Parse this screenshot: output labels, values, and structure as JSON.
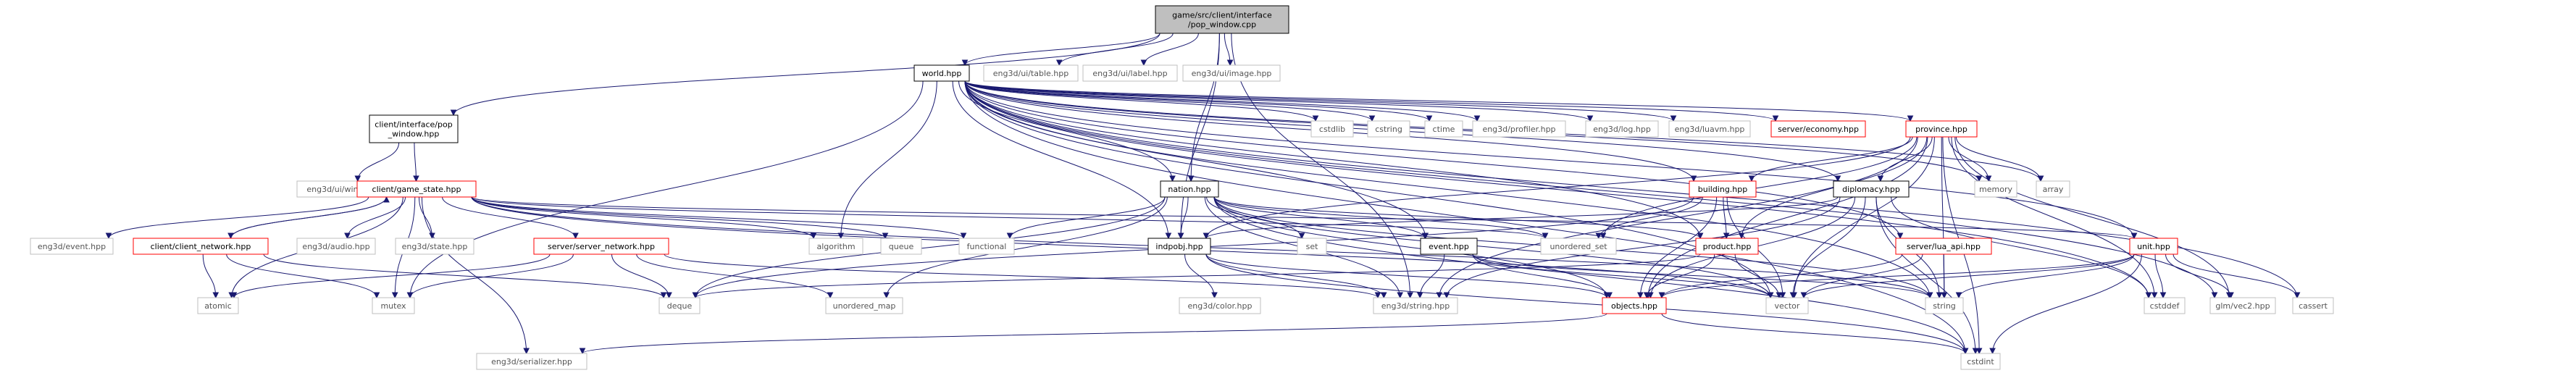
{
  "nodes": [
    {
      "id": "pop_window_cpp",
      "lines": [
        "game/src/client/interface",
        "/pop_window.cpp"
      ],
      "style": "hl"
    },
    {
      "id": "client_pop_window_hpp",
      "lines": [
        "client/interface/pop",
        "_window.hpp"
      ],
      "style": "normal"
    },
    {
      "id": "world_hpp",
      "lines": [
        "world.hpp"
      ],
      "style": "normal"
    },
    {
      "id": "eng3d_ui_table",
      "lines": [
        "eng3d/ui/table.hpp"
      ],
      "style": "gray"
    },
    {
      "id": "eng3d_ui_label",
      "lines": [
        "eng3d/ui/label.hpp"
      ],
      "style": "gray"
    },
    {
      "id": "eng3d_ui_image",
      "lines": [
        "eng3d/ui/image.hpp"
      ],
      "style": "gray"
    },
    {
      "id": "eng3d_ui_window",
      "lines": [
        "eng3d/ui/window.hpp"
      ],
      "style": "gray"
    },
    {
      "id": "client_game_state",
      "lines": [
        "client/game_state.hpp"
      ],
      "style": "red"
    },
    {
      "id": "eng3d_event",
      "lines": [
        "eng3d/event.hpp"
      ],
      "style": "gray"
    },
    {
      "id": "client_client_network",
      "lines": [
        "client/client_network.hpp"
      ],
      "style": "red"
    },
    {
      "id": "eng3d_audio",
      "lines": [
        "eng3d/audio.hpp"
      ],
      "style": "gray"
    },
    {
      "id": "eng3d_state",
      "lines": [
        "eng3d/state.hpp"
      ],
      "style": "gray"
    },
    {
      "id": "server_server_network",
      "lines": [
        "server/server_network.hpp"
      ],
      "style": "red"
    },
    {
      "id": "atomic",
      "lines": [
        "atomic"
      ],
      "style": "gray"
    },
    {
      "id": "mutex",
      "lines": [
        "mutex"
      ],
      "style": "gray"
    },
    {
      "id": "deque",
      "lines": [
        "deque"
      ],
      "style": "gray"
    },
    {
      "id": "unordered_map",
      "lines": [
        "unordered_map"
      ],
      "style": "gray"
    },
    {
      "id": "eng3d_serializer",
      "lines": [
        "eng3d/serializer.hpp"
      ],
      "style": "gray"
    },
    {
      "id": "algorithm",
      "lines": [
        "algorithm"
      ],
      "style": "gray"
    },
    {
      "id": "queue",
      "lines": [
        "queue"
      ],
      "style": "gray"
    },
    {
      "id": "functional",
      "lines": [
        "functional"
      ],
      "style": "gray"
    },
    {
      "id": "nation_hpp",
      "lines": [
        "nation.hpp"
      ],
      "style": "normal"
    },
    {
      "id": "indpobj_hpp",
      "lines": [
        "indpobj.hpp"
      ],
      "style": "normal"
    },
    {
      "id": "eng3d_color",
      "lines": [
        "eng3d/color.hpp"
      ],
      "style": "gray"
    },
    {
      "id": "eng3d_string",
      "lines": [
        "eng3d/string.hpp"
      ],
      "style": "gray"
    },
    {
      "id": "set",
      "lines": [
        "set"
      ],
      "style": "gray"
    },
    {
      "id": "event_hpp",
      "lines": [
        "event.hpp"
      ],
      "style": "normal"
    },
    {
      "id": "unordered_set",
      "lines": [
        "unordered_set"
      ],
      "style": "gray"
    },
    {
      "id": "objects_hpp",
      "lines": [
        "objects.hpp"
      ],
      "style": "red"
    },
    {
      "id": "vector",
      "lines": [
        "vector"
      ],
      "style": "gray"
    },
    {
      "id": "string",
      "lines": [
        "string"
      ],
      "style": "gray"
    },
    {
      "id": "cstdint",
      "lines": [
        "cstdint"
      ],
      "style": "gray"
    },
    {
      "id": "cstdlib",
      "lines": [
        "cstdlib"
      ],
      "style": "gray"
    },
    {
      "id": "cstring",
      "lines": [
        "cstring"
      ],
      "style": "gray"
    },
    {
      "id": "ctime",
      "lines": [
        "ctime"
      ],
      "style": "gray"
    },
    {
      "id": "eng3d_profiler",
      "lines": [
        "eng3d/profiler.hpp"
      ],
      "style": "gray"
    },
    {
      "id": "eng3d_log",
      "lines": [
        "eng3d/log.hpp"
      ],
      "style": "gray"
    },
    {
      "id": "eng3d_luavm",
      "lines": [
        "eng3d/luavm.hpp"
      ],
      "style": "gray"
    },
    {
      "id": "server_economy",
      "lines": [
        "server/economy.hpp"
      ],
      "style": "red"
    },
    {
      "id": "province_hpp",
      "lines": [
        "province.hpp"
      ],
      "style": "red"
    },
    {
      "id": "building_hpp",
      "lines": [
        "building.hpp"
      ],
      "style": "red"
    },
    {
      "id": "product_hpp",
      "lines": [
        "product.hpp"
      ],
      "style": "red"
    },
    {
      "id": "diplomacy_hpp",
      "lines": [
        "diplomacy.hpp"
      ],
      "style": "normal"
    },
    {
      "id": "memory",
      "lines": [
        "memory"
      ],
      "style": "gray"
    },
    {
      "id": "array",
      "lines": [
        "array"
      ],
      "style": "gray"
    },
    {
      "id": "server_lua_api",
      "lines": [
        "server/lua_api.hpp"
      ],
      "style": "red"
    },
    {
      "id": "unit_hpp",
      "lines": [
        "unit.hpp"
      ],
      "style": "red"
    },
    {
      "id": "cstddef",
      "lines": [
        "cstddef"
      ],
      "style": "gray"
    },
    {
      "id": "glm_vec2",
      "lines": [
        "glm/vec2.hpp"
      ],
      "style": "gray"
    },
    {
      "id": "cassert",
      "lines": [
        "cassert"
      ],
      "style": "gray"
    }
  ],
  "edges": [
    [
      "pop_window_cpp",
      "client_pop_window_hpp"
    ],
    [
      "pop_window_cpp",
      "world_hpp"
    ],
    [
      "pop_window_cpp",
      "eng3d_ui_table"
    ],
    [
      "pop_window_cpp",
      "eng3d_ui_label"
    ],
    [
      "pop_window_cpp",
      "eng3d_ui_image"
    ],
    [
      "pop_window_cpp",
      "nation_hpp"
    ],
    [
      "pop_window_cpp",
      "indpobj_hpp"
    ],
    [
      "pop_window_cpp",
      "eng3d_string"
    ],
    [
      "client_pop_window_hpp",
      "eng3d_ui_window"
    ],
    [
      "client_pop_window_hpp",
      "client_game_state"
    ],
    [
      "client_game_state",
      "eng3d_event"
    ],
    [
      "client_game_state",
      "client_client_network"
    ],
    [
      "client_game_state",
      "eng3d_audio"
    ],
    [
      "client_game_state",
      "eng3d_state"
    ],
    [
      "client_game_state",
      "server_server_network"
    ],
    [
      "client_game_state",
      "algorithm"
    ],
    [
      "client_game_state",
      "queue"
    ],
    [
      "client_game_state",
      "functional"
    ],
    [
      "client_game_state",
      "unordered_set"
    ],
    [
      "client_game_state",
      "unit_hpp"
    ],
    [
      "client_game_state",
      "atomic"
    ],
    [
      "client_game_state",
      "mutex"
    ],
    [
      "client_game_state",
      "eng3d_serializer"
    ],
    [
      "client_game_state",
      "vector"
    ],
    [
      "client_game_state",
      "string"
    ],
    [
      "client_client_network",
      "atomic"
    ],
    [
      "client_client_network",
      "mutex"
    ],
    [
      "client_client_network",
      "deque"
    ],
    [
      "client_client_network",
      "client_game_state"
    ],
    [
      "server_server_network",
      "atomic"
    ],
    [
      "server_server_network",
      "mutex"
    ],
    [
      "server_server_network",
      "deque"
    ],
    [
      "server_server_network",
      "unordered_map"
    ],
    [
      "server_server_network",
      "eng3d_string"
    ],
    [
      "world_hpp",
      "cstdlib"
    ],
    [
      "world_hpp",
      "cstring"
    ],
    [
      "world_hpp",
      "ctime"
    ],
    [
      "world_hpp",
      "eng3d_profiler"
    ],
    [
      "world_hpp",
      "eng3d_log"
    ],
    [
      "world_hpp",
      "eng3d_luavm"
    ],
    [
      "world_hpp",
      "server_economy"
    ],
    [
      "world_hpp",
      "province_hpp"
    ],
    [
      "world_hpp",
      "memory"
    ],
    [
      "world_hpp",
      "array"
    ],
    [
      "world_hpp",
      "cassert"
    ],
    [
      "world_hpp",
      "cstdint"
    ],
    [
      "world_hpp",
      "nation_hpp"
    ],
    [
      "world_hpp",
      "indpobj_hpp"
    ],
    [
      "world_hpp",
      "building_hpp"
    ],
    [
      "world_hpp",
      "diplomacy_hpp"
    ],
    [
      "world_hpp",
      "unit_hpp"
    ],
    [
      "world_hpp",
      "server_lua_api"
    ],
    [
      "world_hpp",
      "algorithm"
    ],
    [
      "world_hpp",
      "mutex"
    ],
    [
      "world_hpp",
      "product_hpp"
    ],
    [
      "world_hpp",
      "event_hpp"
    ],
    [
      "world_hpp",
      "cstddef"
    ],
    [
      "world_hpp",
      "glm_vec2"
    ],
    [
      "world_hpp",
      "string"
    ],
    [
      "world_hpp",
      "vector"
    ],
    [
      "nation_hpp",
      "indpobj_hpp"
    ],
    [
      "nation_hpp",
      "functional"
    ],
    [
      "nation_hpp",
      "set"
    ],
    [
      "nation_hpp",
      "event_hpp"
    ],
    [
      "nation_hpp",
      "unordered_set"
    ],
    [
      "nation_hpp",
      "objects_hpp"
    ],
    [
      "nation_hpp",
      "deque"
    ],
    [
      "nation_hpp",
      "vector"
    ],
    [
      "nation_hpp",
      "string"
    ],
    [
      "nation_hpp",
      "cstdint"
    ],
    [
      "nation_hpp",
      "eng3d_string"
    ],
    [
      "nation_hpp",
      "unordered_map"
    ],
    [
      "nation_hpp",
      "product_hpp"
    ],
    [
      "indpobj_hpp",
      "eng3d_color"
    ],
    [
      "indpobj_hpp",
      "eng3d_string"
    ],
    [
      "indpobj_hpp",
      "objects_hpp"
    ],
    [
      "indpobj_hpp",
      "cstdint"
    ],
    [
      "event_hpp",
      "eng3d_string"
    ],
    [
      "event_hpp",
      "objects_hpp"
    ],
    [
      "event_hpp",
      "vector"
    ],
    [
      "event_hpp",
      "string"
    ],
    [
      "objects_hpp",
      "eng3d_serializer"
    ],
    [
      "objects_hpp",
      "cstdint"
    ],
    [
      "province_hpp",
      "building_hpp"
    ],
    [
      "province_hpp",
      "diplomacy_hpp"
    ],
    [
      "province_hpp",
      "memory"
    ],
    [
      "province_hpp",
      "array"
    ],
    [
      "province_hpp",
      "unordered_set"
    ],
    [
      "province_hpp",
      "objects_hpp"
    ],
    [
      "province_hpp",
      "product_hpp"
    ],
    [
      "province_hpp",
      "vector"
    ],
    [
      "province_hpp",
      "string"
    ],
    [
      "province_hpp",
      "cstdint"
    ],
    [
      "province_hpp",
      "glm_vec2"
    ],
    [
      "province_hpp",
      "cstddef"
    ],
    [
      "province_hpp",
      "indpobj_hpp"
    ],
    [
      "province_hpp",
      "eng3d_string"
    ],
    [
      "building_hpp",
      "product_hpp"
    ],
    [
      "building_hpp",
      "objects_hpp"
    ],
    [
      "building_hpp",
      "vector"
    ],
    [
      "building_hpp",
      "unordered_set"
    ],
    [
      "building_hpp",
      "deque"
    ],
    [
      "product_hpp",
      "objects_hpp"
    ],
    [
      "product_hpp",
      "vector"
    ],
    [
      "product_hpp",
      "deque"
    ],
    [
      "diplomacy_hpp",
      "indpobj_hpp"
    ],
    [
      "diplomacy_hpp",
      "objects_hpp"
    ],
    [
      "diplomacy_hpp",
      "cstdint"
    ],
    [
      "diplomacy_hpp",
      "vector"
    ],
    [
      "diplomacy_hpp",
      "eng3d_string"
    ],
    [
      "diplomacy_hpp",
      "string"
    ],
    [
      "diplomacy_hpp",
      "cstddef"
    ],
    [
      "server_lua_api",
      "string"
    ],
    [
      "server_lua_api",
      "objects_hpp"
    ],
    [
      "server_lua_api",
      "vector"
    ],
    [
      "unit_hpp",
      "cstddef"
    ],
    [
      "unit_hpp",
      "glm_vec2"
    ],
    [
      "unit_hpp",
      "cassert"
    ],
    [
      "unit_hpp",
      "cstdint"
    ],
    [
      "unit_hpp",
      "objects_hpp"
    ],
    [
      "unit_hpp",
      "vector"
    ],
    [
      "unit_hpp",
      "string"
    ]
  ]
}
